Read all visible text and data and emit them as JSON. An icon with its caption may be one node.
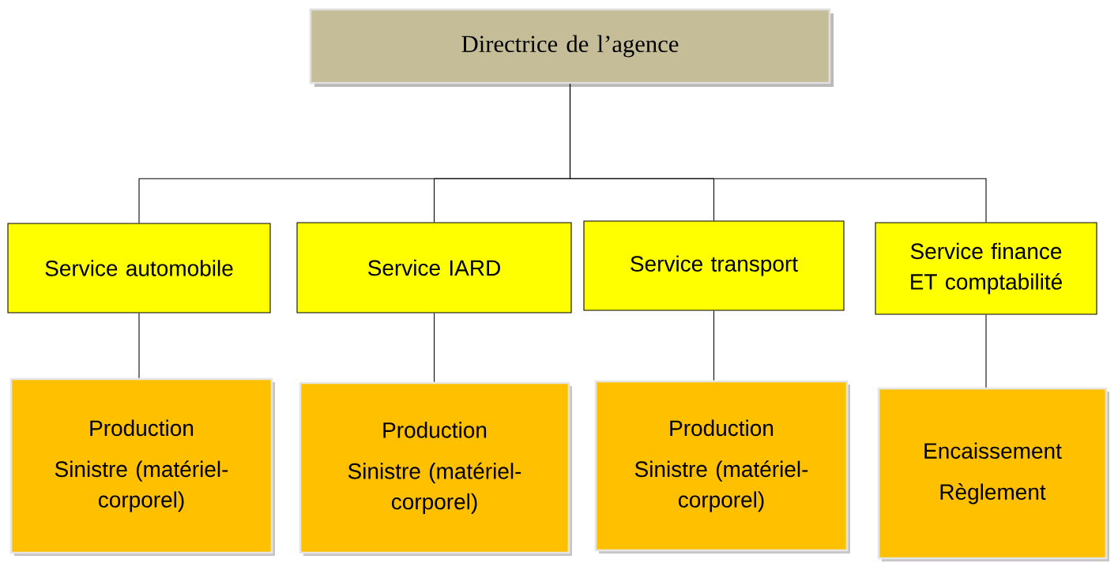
{
  "diagram": {
    "nodes": [
      {
        "text": [
          "Directrice  de l’agence"
        ]
      },
      {
        "text": [
          "Service automobile"
        ]
      },
      {
        "text": [
          "Service IARD"
        ]
      },
      {
        "text": [
          "Service transport"
        ]
      },
      {
        "text": [
          "Service finance ET comptabilité"
        ]
      },
      {
        "text": [
          "Production",
          "Sinistre (matériel-corporel)"
        ]
      },
      {
        "text": [
          "Production",
          "Sinistre (matériel-corporel)"
        ]
      },
      {
        "text": [
          "Production",
          "Sinistre (matériel-corporel)"
        ]
      },
      {
        "text": [
          "Encaissement",
          "Règlement"
        ]
      }
    ],
    "edges": [
      {
        "from": 0,
        "to": 1,
        "arrow": "none"
      },
      {
        "from": 0,
        "to": 2,
        "arrow": "none"
      },
      {
        "from": 0,
        "to": 3,
        "arrow": "none"
      },
      {
        "from": 0,
        "to": 4,
        "arrow": "none"
      },
      {
        "from": 1,
        "to": 5,
        "arrow": "none"
      },
      {
        "from": 2,
        "to": 6,
        "arrow": "none"
      },
      {
        "from": 3,
        "to": 7,
        "arrow": "none"
      },
      {
        "from": 4,
        "to": 8,
        "arrow": "none"
      }
    ]
  }
}
